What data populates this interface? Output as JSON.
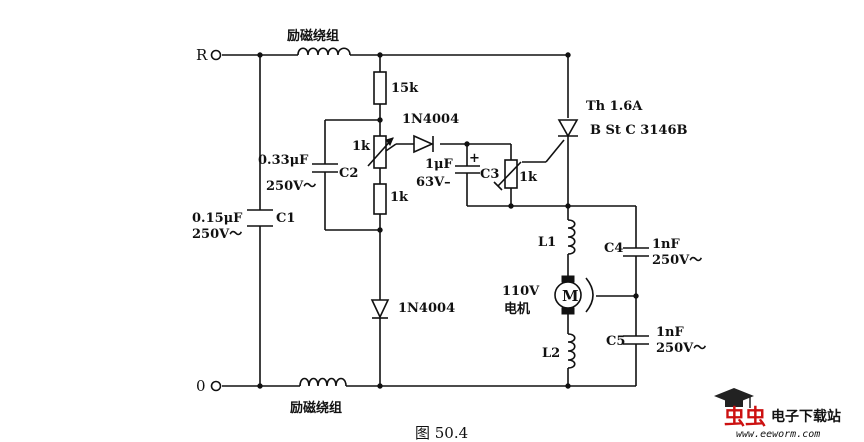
{
  "terminals": {
    "top": "R",
    "bottom": "0"
  },
  "field_winding_top": "励磁绕组",
  "field_winding_bottom": "励磁绕组",
  "r_15k": "15k",
  "pot_1k_upper": "1k",
  "r_1k_lower": "1k",
  "c2": {
    "value": "0.33μF",
    "rating": "250V～",
    "name": "C2"
  },
  "c1": {
    "value": "0.15μF",
    "rating": "250V～",
    "name": "C1"
  },
  "diode_upper": "1N4004",
  "diode_lower": "1N4004",
  "c3": {
    "value": "1μF",
    "rating": "63V–",
    "name": "C3",
    "polarity": "+"
  },
  "trim_1k": "1k",
  "thyristor": {
    "rating": "Th 1.6A",
    "part": "B St C 3146B"
  },
  "l1": "L1",
  "l2": "L2",
  "motor": {
    "symbol": "M",
    "voltage": "110V",
    "label": "电机"
  },
  "c4": {
    "name": "C4",
    "value": "1nF",
    "rating": "250V～"
  },
  "c5": {
    "name": "C5",
    "value": "1nF",
    "rating": "250V～"
  },
  "caption": "图 50.4",
  "watermark": {
    "brand": "电子下载站",
    "url": "www.eeworm.com"
  },
  "icons": [
    "graduation-cap-logo",
    "resistor",
    "diode",
    "capacitor",
    "thyristor",
    "inductor",
    "motor"
  ]
}
